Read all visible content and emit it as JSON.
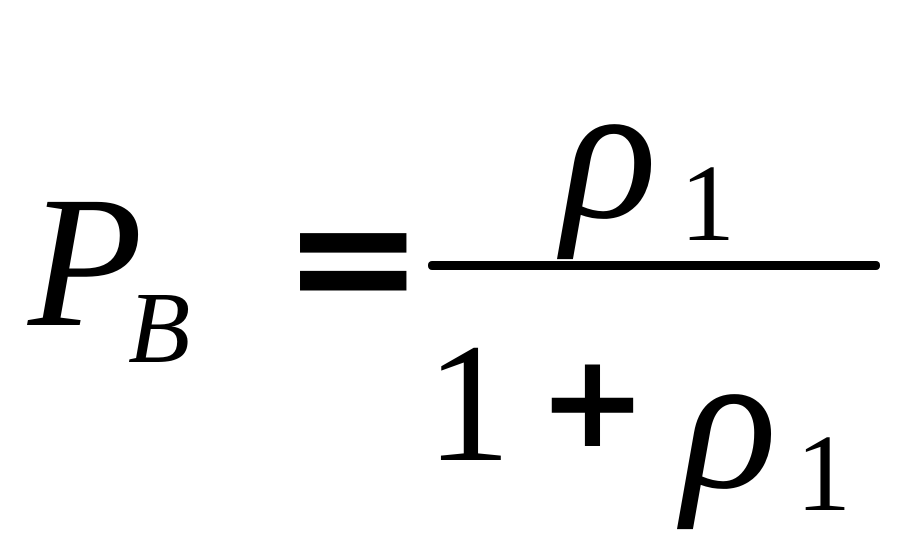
{
  "formula": {
    "lhs_symbol": "P",
    "lhs_subscript": "B",
    "equals": "=",
    "numerator": {
      "symbol": "ρ",
      "subscript": "1"
    },
    "denominator": {
      "constant": "1",
      "operator": "+",
      "symbol": "ρ",
      "subscript": "1"
    }
  }
}
